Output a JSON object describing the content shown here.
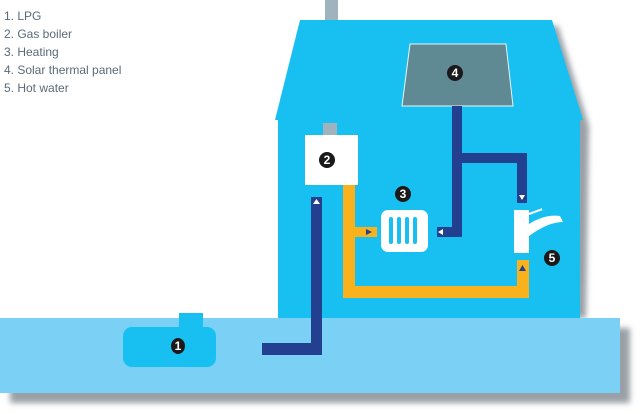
{
  "legend": [
    "1. LPG",
    "2. Gas boiler",
    "3. Heating",
    "4. Solar thermal panel",
    "5. Hot water"
  ],
  "markers": {
    "lpg": "1",
    "boiler": "2",
    "heating": "3",
    "solar": "4",
    "hot_water": "5"
  },
  "colors": {
    "house": "#18c0f2",
    "ground": "#7bd0f5",
    "cold_pipe": "#233f8f",
    "hot_pipe": "#f9b21b",
    "panel": "#5f8a93",
    "chimney": "#9eb3bd"
  }
}
